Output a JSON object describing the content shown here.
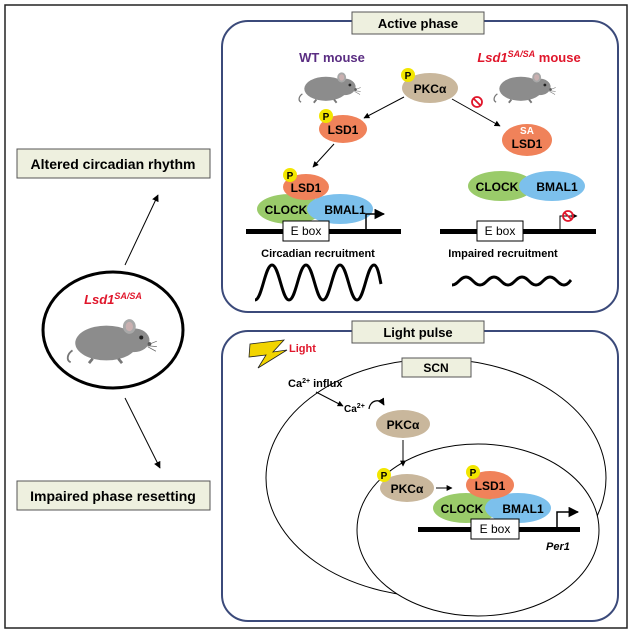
{
  "figure": {
    "left_panel": {
      "top_label": "Altered circadian rhythm",
      "bottom_label": "Impaired phase resetting",
      "mouse_label": "Lsd1",
      "mouse_label_sup": "SA/SA"
    },
    "active_phase": {
      "title": "Active phase",
      "wt_label": "WT mouse",
      "mut_label": "Lsd1",
      "mut_label_sup": "SA/SA",
      "mut_label_suffix": " mouse",
      "pkc": "PKCα",
      "p": "P",
      "lsd1": "LSD1",
      "sa": "SA",
      "clock": "CLOCK",
      "bmal1": "BMAL1",
      "ebox": "E box",
      "wt_caption": "Circadian recruitment",
      "mut_caption": "Impaired  recruitment"
    },
    "light_pulse": {
      "title": "Light pulse",
      "light": "Light",
      "scn": "SCN",
      "ca_influx": "Ca",
      "ca_influx_sup": "2+",
      "ca_influx_suffix": " influx",
      "ca": "Ca",
      "ca_sup": "2+",
      "pkc": "PKCα",
      "p": "P",
      "lsd1": "LSD1",
      "clock": "CLOCK",
      "bmal1": "BMAL1",
      "ebox": "E box",
      "gene": "Per1"
    }
  },
  "colors": {
    "panel_border": "#3b4a7a",
    "label_box_fill": "#eef0df",
    "pkc_fill": "#c9b79c",
    "lsd1_fill": "#f0825a",
    "clock_fill": "#9acb6a",
    "bmal1_fill": "#7cc0ec",
    "phospho_fill": "#f2e600",
    "wt_label": "#5a2d82",
    "mutant_label": "#e0162b",
    "inhibit": "#e0162b"
  }
}
